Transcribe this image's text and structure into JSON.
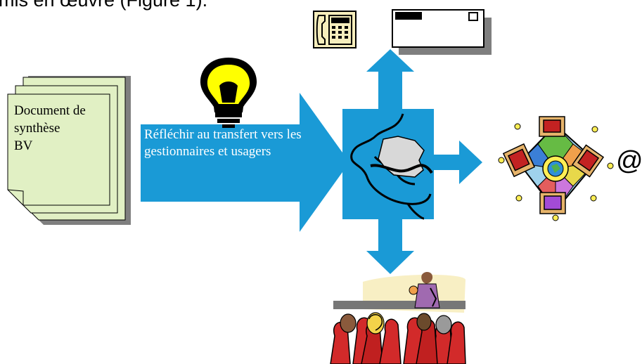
{
  "intro_text": "mis en œuvre (Figure 1).",
  "document_label": "Document de\nsynthèse\nBV",
  "arrow_label": "Réfléchir au transfert vers les gestionnaires et usagers",
  "at_symbol": "@",
  "colors": {
    "arrow_blue": "#1a9ad6",
    "document_fill": "#e1f0c4",
    "bulb_yellow": "#ffff00",
    "shadow": "#7f7f7f"
  },
  "icons": [
    "lightbulb-icon",
    "telephone-icon",
    "envelope-icon",
    "network-meeting-icon",
    "presentation-audience-icon",
    "france-map-icon"
  ]
}
